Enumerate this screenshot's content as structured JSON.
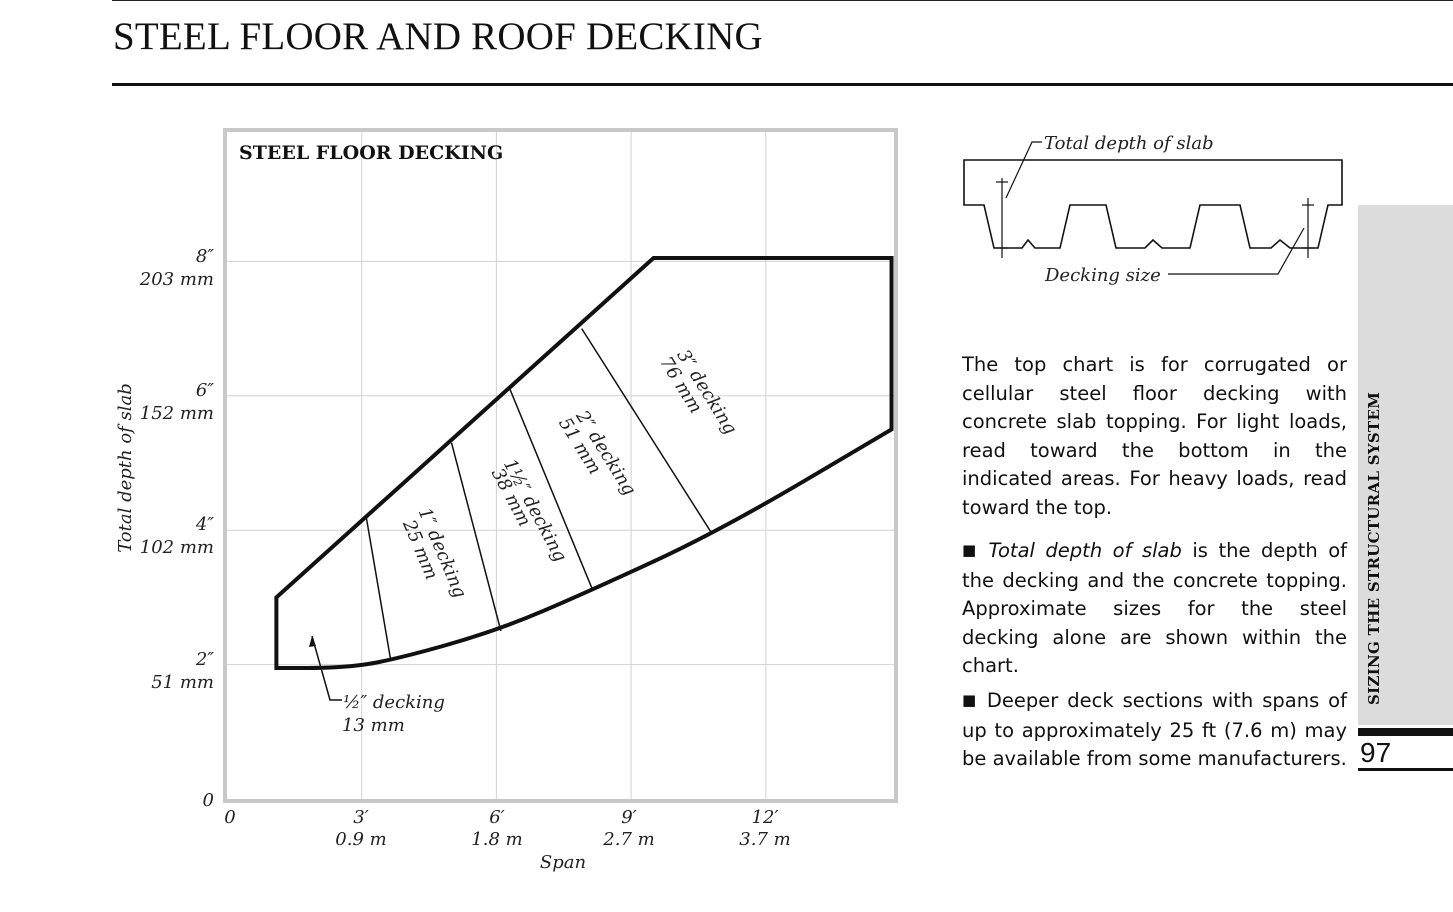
{
  "page": {
    "title": "STEEL FLOOR AND ROOF DECKING",
    "side_label": "SIZING THE STRUCTURAL SYSTEM",
    "page_number": "97"
  },
  "diagram": {
    "total_depth_label": "Total depth of slab",
    "decking_size_label": "Decking size"
  },
  "text": {
    "para1": "The top chart is for corrugated or cellular steel floor decking with concrete slab topping. For light loads, read toward the bottom in the indicated areas. For heavy loads, read toward the top.",
    "bullet1_term": "Total depth of slab",
    "bullet1_rest": " is the depth of the decking and the concrete top­ping. Approximate sizes for the steel decking alone are shown within the chart.",
    "bullet2": "Deeper deck sections with spans of up to approximately 25 ft (7.6 m) may be available from some manufacturers."
  },
  "chart_data": {
    "type": "area",
    "title": "STEEL FLOOR DECKING",
    "xlabel": "Span",
    "ylabel": "Total depth of slab",
    "xlim": [
      0,
      15
    ],
    "ylim": [
      0,
      10
    ],
    "grid": true,
    "x_ticks": [
      {
        "value": 0,
        "label": "0",
        "metric": ""
      },
      {
        "value": 3,
        "label": "3′",
        "metric": "0.9 m"
      },
      {
        "value": 6,
        "label": "6′",
        "metric": "1.8 m"
      },
      {
        "value": 9,
        "label": "9′",
        "metric": "2.7 m"
      },
      {
        "value": 12,
        "label": "12′",
        "metric": "3.7 m"
      }
    ],
    "y_ticks": [
      {
        "value": 0,
        "label": "0",
        "metric": ""
      },
      {
        "value": 2,
        "label": "2″",
        "metric": "51 mm"
      },
      {
        "value": 4,
        "label": "4″",
        "metric": "102 mm"
      },
      {
        "value": 6,
        "label": "6″",
        "metric": "152 mm"
      },
      {
        "value": 8,
        "label": "8″",
        "metric": "203 mm"
      }
    ],
    "outline": [
      [
        1.1,
        1.95
      ],
      [
        1.1,
        3.0
      ],
      [
        9.5,
        8.05
      ],
      [
        14.8,
        8.05
      ],
      [
        14.8,
        5.5
      ],
      [
        11,
        4.0
      ],
      [
        8.1,
        3.1
      ],
      [
        6,
        2.5
      ],
      [
        3.6,
        2.05
      ],
      [
        2.5,
        1.95
      ],
      [
        1.1,
        1.95
      ]
    ],
    "dividers": [
      {
        "top": [
          3.1,
          4.2
        ],
        "bottom": [
          3.65,
          2.05
        ]
      },
      {
        "top": [
          5.0,
          5.3
        ],
        "bottom": [
          6.1,
          2.5
        ]
      },
      {
        "top": [
          6.3,
          6.1
        ],
        "bottom": [
          8.15,
          3.1
        ]
      },
      {
        "top": [
          7.9,
          7.0
        ],
        "bottom": [
          10.8,
          3.95
        ]
      }
    ],
    "regions": [
      {
        "name": "½″ decking",
        "metric": "13 mm"
      },
      {
        "name": "1″ decking",
        "metric": "25 mm"
      },
      {
        "name": "1½″ decking",
        "metric": "38 mm"
      },
      {
        "name": "2″ decking",
        "metric": "51 mm"
      },
      {
        "name": "3″ decking",
        "metric": "76 mm"
      }
    ]
  }
}
